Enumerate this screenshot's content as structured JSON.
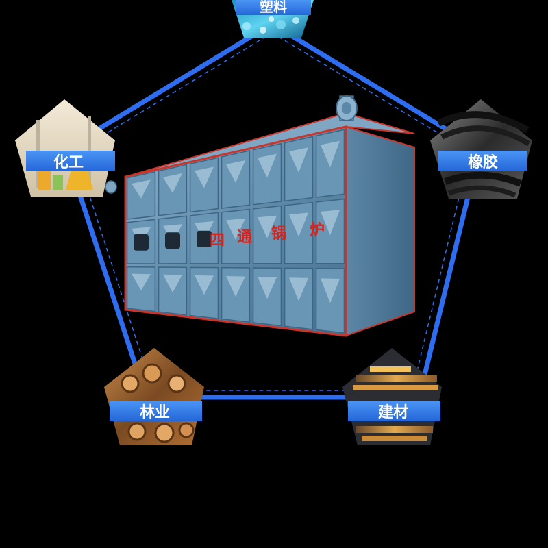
{
  "industries": [
    {
      "id": "plastics",
      "label": "塑料",
      "icon": "plastic-pellets-icon"
    },
    {
      "id": "chemical",
      "label": "化工",
      "icon": "lab-flask-icon"
    },
    {
      "id": "rubber",
      "label": "橡胶",
      "icon": "tire-icon"
    },
    {
      "id": "forestry",
      "label": "林业",
      "icon": "firewood-icon"
    },
    {
      "id": "building",
      "label": "建材",
      "icon": "lumber-icon"
    }
  ],
  "boiler": {
    "plate_chars": [
      "四",
      "通",
      "锅",
      "炉"
    ]
  },
  "colors": {
    "background": "#000000",
    "ring_blue": "#2f6df0",
    "label_bar": "#2e7ff0",
    "boiler_body": "#6e9ab8",
    "boiler_frame": "#c9352a",
    "plate_text": "#d8241c"
  }
}
